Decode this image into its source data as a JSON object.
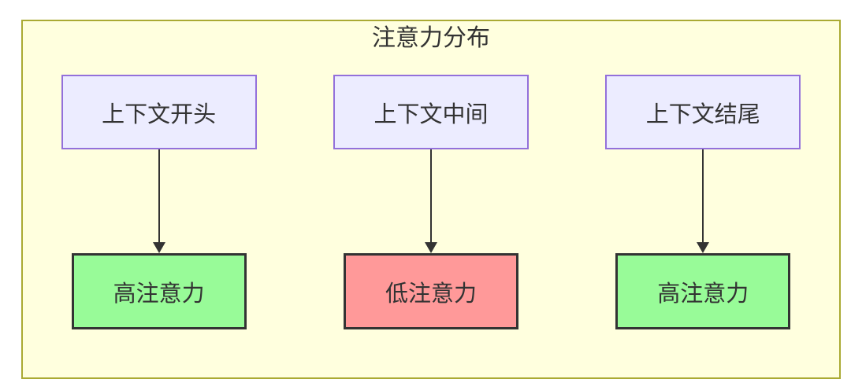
{
  "diagram": {
    "title": "注意力分布",
    "columns": [
      {
        "source": "上下文开头",
        "result": "高注意力",
        "level": "high"
      },
      {
        "source": "上下文中间",
        "result": "低注意力",
        "level": "low"
      },
      {
        "source": "上下文结尾",
        "result": "高注意力",
        "level": "high"
      }
    ]
  },
  "colors": {
    "canvas_bg": "#ffffff",
    "cluster_fill": "#ffffde",
    "cluster_border": "#aaaa33",
    "source_fill": "#ececff",
    "source_border": "#9370db",
    "high_fill": "#98fb98",
    "low_fill": "#ff9999",
    "result_border": "#333333",
    "arrow_color": "#333333",
    "text_color": "#333333"
  }
}
